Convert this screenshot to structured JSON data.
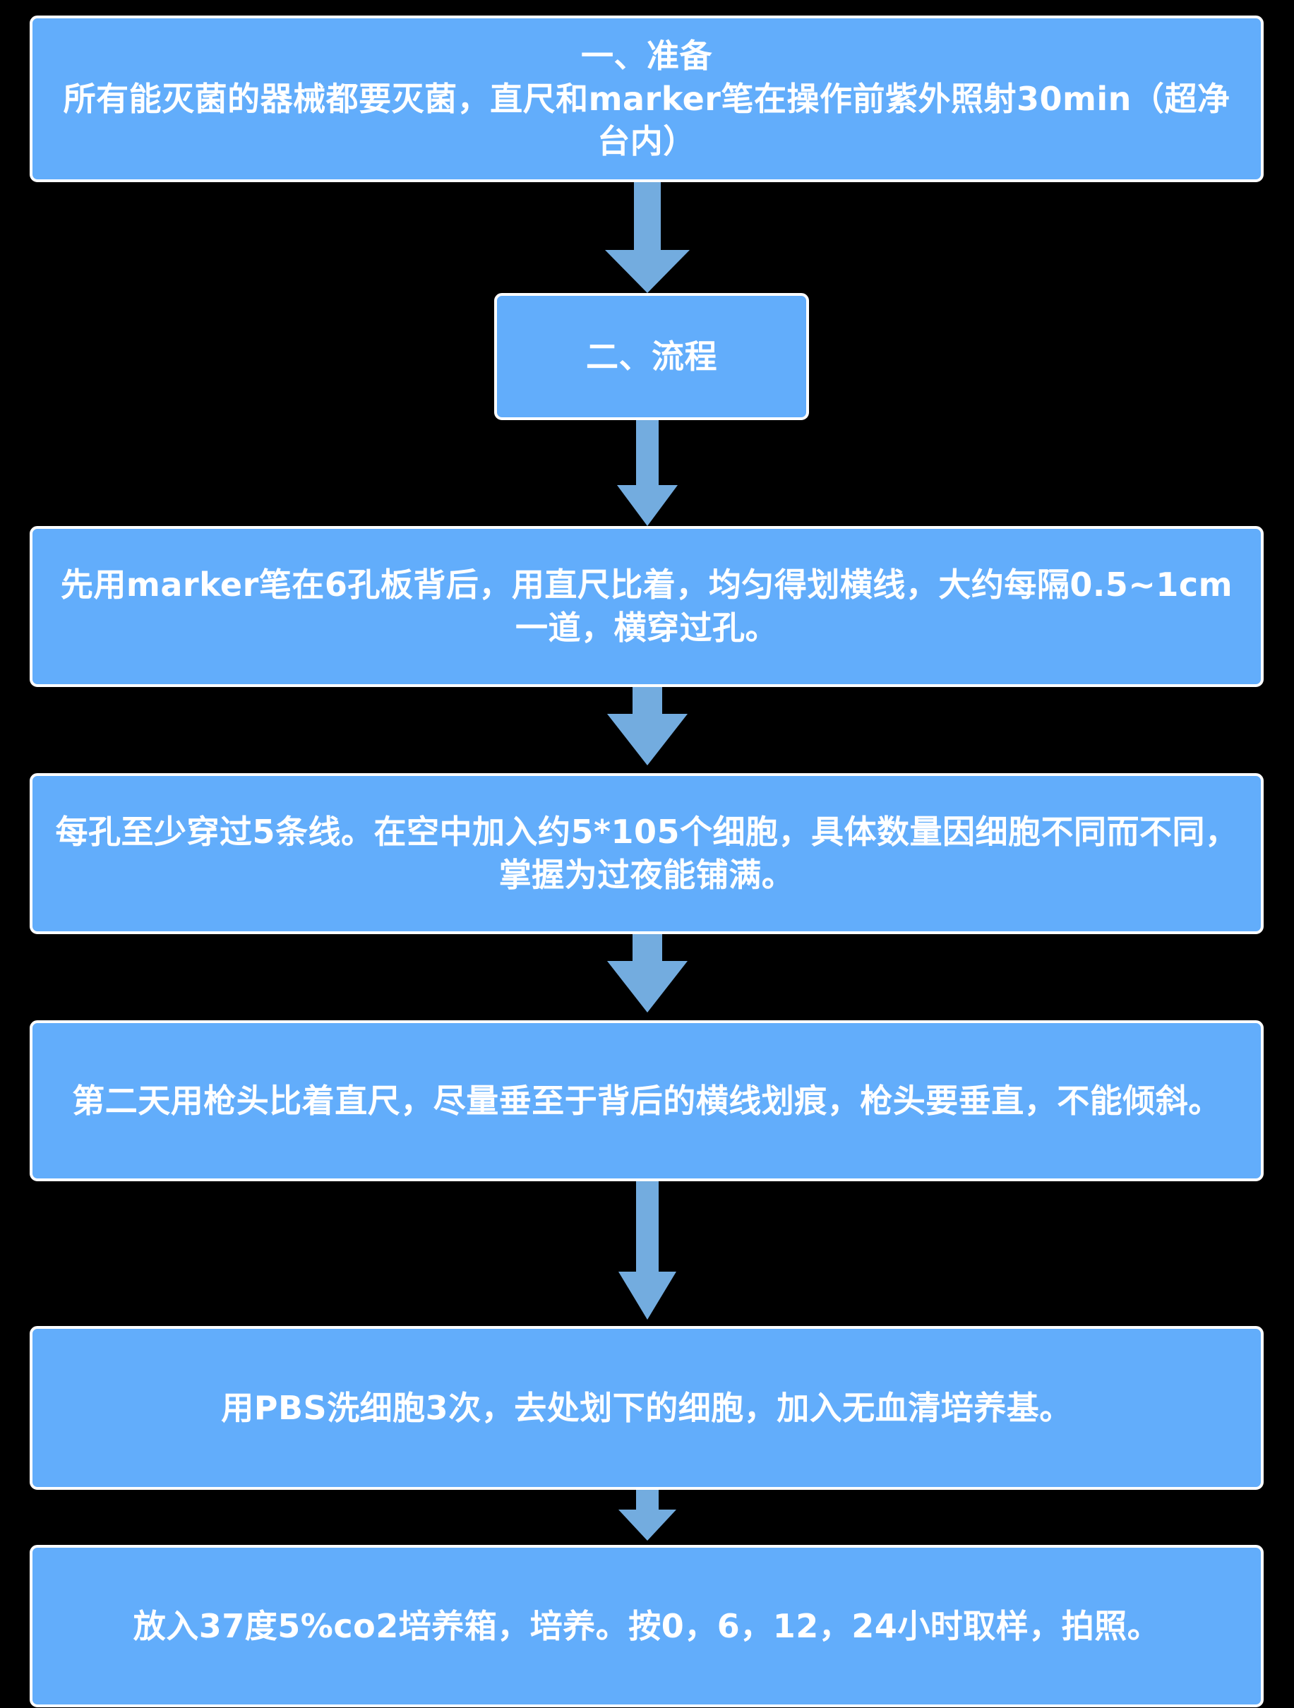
{
  "chart_data": {
    "type": "diagram",
    "title": "细胞划痕实验流程图",
    "orientation": "top-to-bottom",
    "node_fill_color": "#62adfb",
    "node_border_color": "#ffffff",
    "arrow_color": "#73acdf",
    "background_color": "#000000",
    "text_color": "#ffffff",
    "nodes": [
      {
        "id": "n1",
        "label": "一、准备\n所有能灭菌的器械都要灭菌，直尺和marker笔在操作前紫外照射30min（超净台内）"
      },
      {
        "id": "n2",
        "label": "二、流程"
      },
      {
        "id": "n3",
        "label": "先用marker笔在6孔板背后，用直尺比着，均匀得划横线，大约每隔0.5~1cm一道，横穿过孔。"
      },
      {
        "id": "n4",
        "label": "每孔至少穿过5条线。在空中加入约5*105个细胞，具体数量因细胞不同而不同，掌握为过夜能铺满。"
      },
      {
        "id": "n5",
        "label": "第二天用枪头比着直尺，尽量垂至于背后的横线划痕，枪头要垂直，不能倾斜。"
      },
      {
        "id": "n6",
        "label": "用PBS洗细胞3次，去处划下的细胞，加入无血清培养基。"
      },
      {
        "id": "n7",
        "label": "放入37度5%co2培养箱，培养。按0，6，12，24小时取样，拍照。"
      }
    ],
    "edges": [
      {
        "from": "n1",
        "to": "n2"
      },
      {
        "from": "n2",
        "to": "n3"
      },
      {
        "from": "n3",
        "to": "n4"
      },
      {
        "from": "n4",
        "to": "n5"
      },
      {
        "from": "n5",
        "to": "n6"
      },
      {
        "from": "n6",
        "to": "n7"
      }
    ]
  },
  "flow": {
    "nodes": {
      "prepare": "一、准备\n所有能灭菌的器械都要灭菌，直尺和marker笔在操作前紫外照射30min（超净台内）",
      "process": "二、流程",
      "step1": "先用marker笔在6孔板背后，用直尺比着，均匀得划横线，大约每隔0.5~1cm一道，横穿过孔。",
      "step2": "每孔至少穿过5条线。在空中加入约5*105个细胞，具体数量因细胞不同而不同，掌握为过夜能铺满。",
      "step3": "第二天用枪头比着直尺，尽量垂至于背后的横线划痕，枪头要垂直，不能倾斜。",
      "step4": "用PBS洗细胞3次，去处划下的细胞，加入无血清培养基。",
      "step5": "放入37度5%co2培养箱，培养。按0，6，12，24小时取样，拍照。"
    }
  }
}
